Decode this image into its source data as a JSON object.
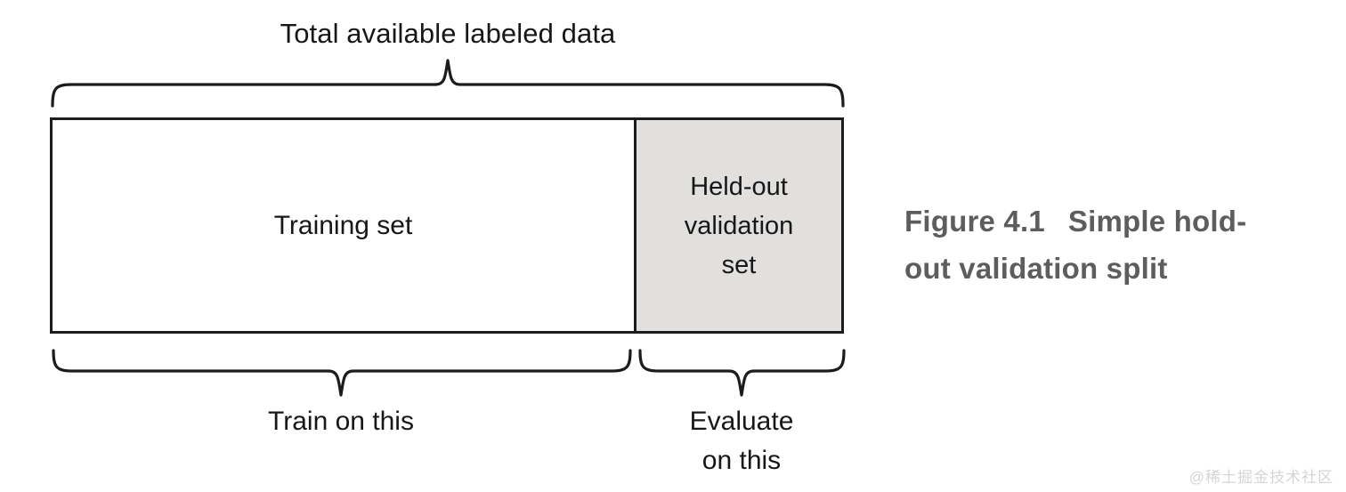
{
  "figure": {
    "top_title": "Total available labeled data",
    "caption_number": "Figure 4.1",
    "caption_text": "Simple hold-out validation split",
    "watermark": "@稀土掘金技术社区",
    "colors": {
      "stroke": "#1c1c1c",
      "holdout_fill": "#e1e0de",
      "training_fill": "#ffffff",
      "text": "#171717",
      "caption_text": "#5d5d5d",
      "watermark_text": "#d5d5d5",
      "background": "#ffffff"
    },
    "segments": [
      {
        "id": "training",
        "label": "Training set",
        "fill": "#ffffff",
        "bottom_label": "Train on this",
        "width_fraction": 0.736
      },
      {
        "id": "held-out-validation",
        "label": "Held-out\nvalidation\nset",
        "label_lines": [
          "Held-out",
          "validation",
          "set"
        ],
        "fill": "#e1e0de",
        "bottom_label": "Evaluate\non this",
        "bottom_label_lines": [
          "Evaluate",
          "on this"
        ],
        "width_fraction": 0.264
      }
    ],
    "braces": [
      {
        "id": "top-total",
        "position": "top",
        "spans": "full",
        "label": "Total available labeled data"
      },
      {
        "id": "bottom-train",
        "position": "bottom",
        "spans": "training",
        "label": "Train on this"
      },
      {
        "id": "bottom-evaluate",
        "position": "bottom",
        "spans": "held-out-validation",
        "label": "Evaluate on this"
      }
    ]
  }
}
